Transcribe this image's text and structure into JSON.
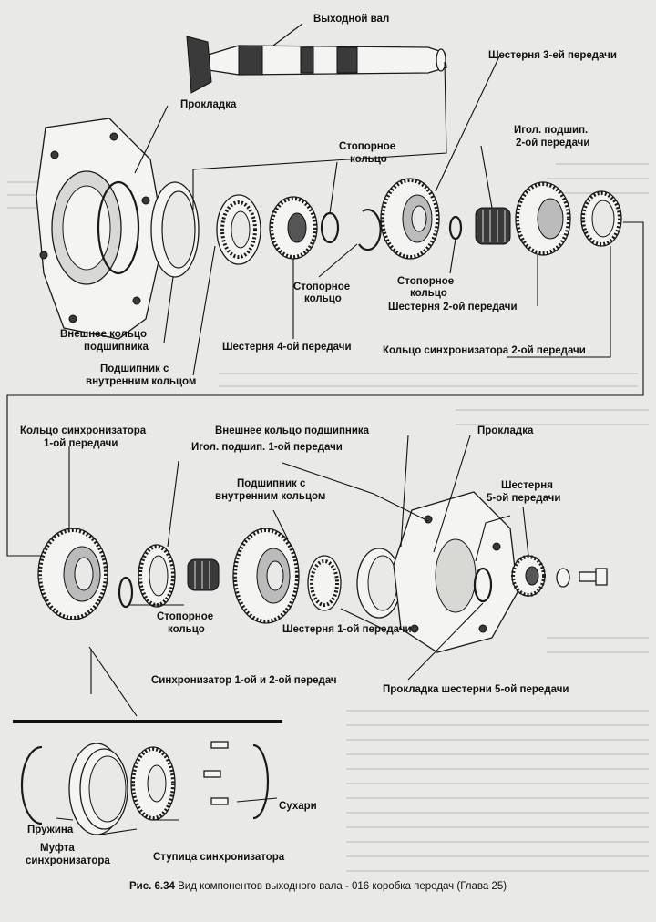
{
  "labels": {
    "output_shaft": "Выходной вал",
    "gear3": "Шестерня 3-ей передачи",
    "gasket_top": "Прокладка",
    "snap_ring_top_1": "Стопорное",
    "snap_ring_top_2": "кольцо",
    "needle2_1": "Игол. подшип.",
    "needle2_2": "2-ой передачи",
    "snap_ring_mid_1": "Стопорное",
    "snap_ring_mid_2": "кольцо",
    "snap_ring_right_1": "Стопорное",
    "snap_ring_right_2": "кольцо",
    "gear2": "Шестерня 2-ой передачи",
    "gear4": "Шестерня 4-ой передачи",
    "sync_ring2": "Кольцо синхронизатора 2-ой передачи",
    "outer_race_1": "Внешнее кольцо",
    "outer_race_2": "подшипника",
    "bearing_inner_1": "Подшипник с",
    "bearing_inner_2": "внутренним кольцом",
    "sync_ring1_1": "Кольцо синхронизатора",
    "sync_ring1_2": "1-ой передачи",
    "needle1": "Игол. подшип. 1-ой передачи",
    "outer_race_low": "Внешнее кольцо подшипника",
    "gasket_low": "Прокладка",
    "bearing_inner_low_1": "Подшипник с",
    "bearing_inner_low_2": "внутренним кольцом",
    "gear5_1": "Шестерня",
    "gear5_2": "5-ой передачи",
    "snap_ring_low_1": "Стопорное",
    "snap_ring_low_2": "кольцо",
    "gear1": "Шестерня 1-ой передачи",
    "synchro12": "Синхронизатор 1-ой и 2-ой передач",
    "gear5_gasket": "Прокладка шестерни 5-ой передачи",
    "spring": "Пружина",
    "sleeve_1": "Муфта",
    "sleeve_2": "синхронизатора",
    "keys": "Сухари",
    "hub": "Ступица синхронизатора"
  },
  "caption": {
    "number": "Рис. 6.34",
    "text": " Вид компонентов выходного вала - 016 коробка передач (Глава 25)"
  }
}
